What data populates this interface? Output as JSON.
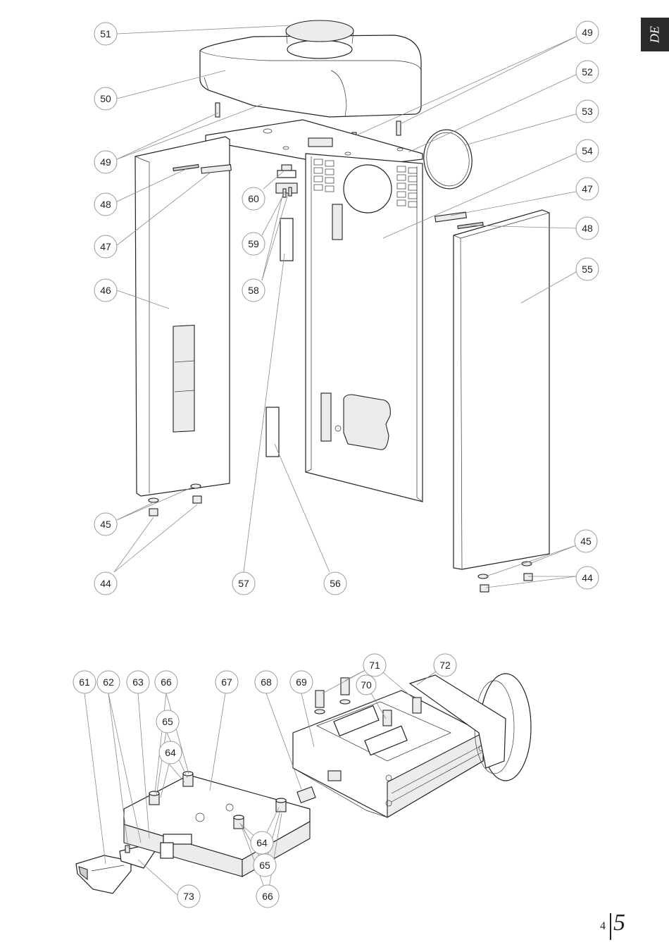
{
  "language_tab": "DE",
  "page_number": {
    "left": "4",
    "right": "5"
  },
  "callouts": {
    "top_left": [
      "51",
      "50",
      "49",
      "48",
      "47",
      "46",
      "45",
      "44"
    ],
    "top_center": [
      "60",
      "59",
      "58",
      "57",
      "56"
    ],
    "top_right": [
      "49",
      "52",
      "53",
      "54",
      "47",
      "48",
      "55",
      "45",
      "44"
    ],
    "bottom": [
      "61",
      "62",
      "63",
      "66",
      "65",
      "64",
      "67",
      "68",
      "69",
      "70",
      "71",
      "72",
      "73",
      "64",
      "65",
      "66"
    ]
  },
  "labels": {
    "c51": "51",
    "c50": "50",
    "c49a": "49",
    "c48a": "48",
    "c47a": "47",
    "c46": "46",
    "c45a": "45",
    "c44a": "44",
    "c60": "60",
    "c59": "59",
    "c58": "58",
    "c57": "57",
    "c56": "56",
    "c49b": "49",
    "c52": "52",
    "c53": "53",
    "c54": "54",
    "c47b": "47",
    "c48b": "48",
    "c55": "55",
    "c45b": "45",
    "c44b": "44",
    "c61": "61",
    "c62": "62",
    "c63": "63",
    "c66a": "66",
    "c65a": "65",
    "c64a": "64",
    "c67": "67",
    "c68": "68",
    "c69": "69",
    "c70": "70",
    "c71": "71",
    "c72": "72",
    "c73": "73",
    "c64b": "64",
    "c65b": "65",
    "c66b": "66"
  }
}
